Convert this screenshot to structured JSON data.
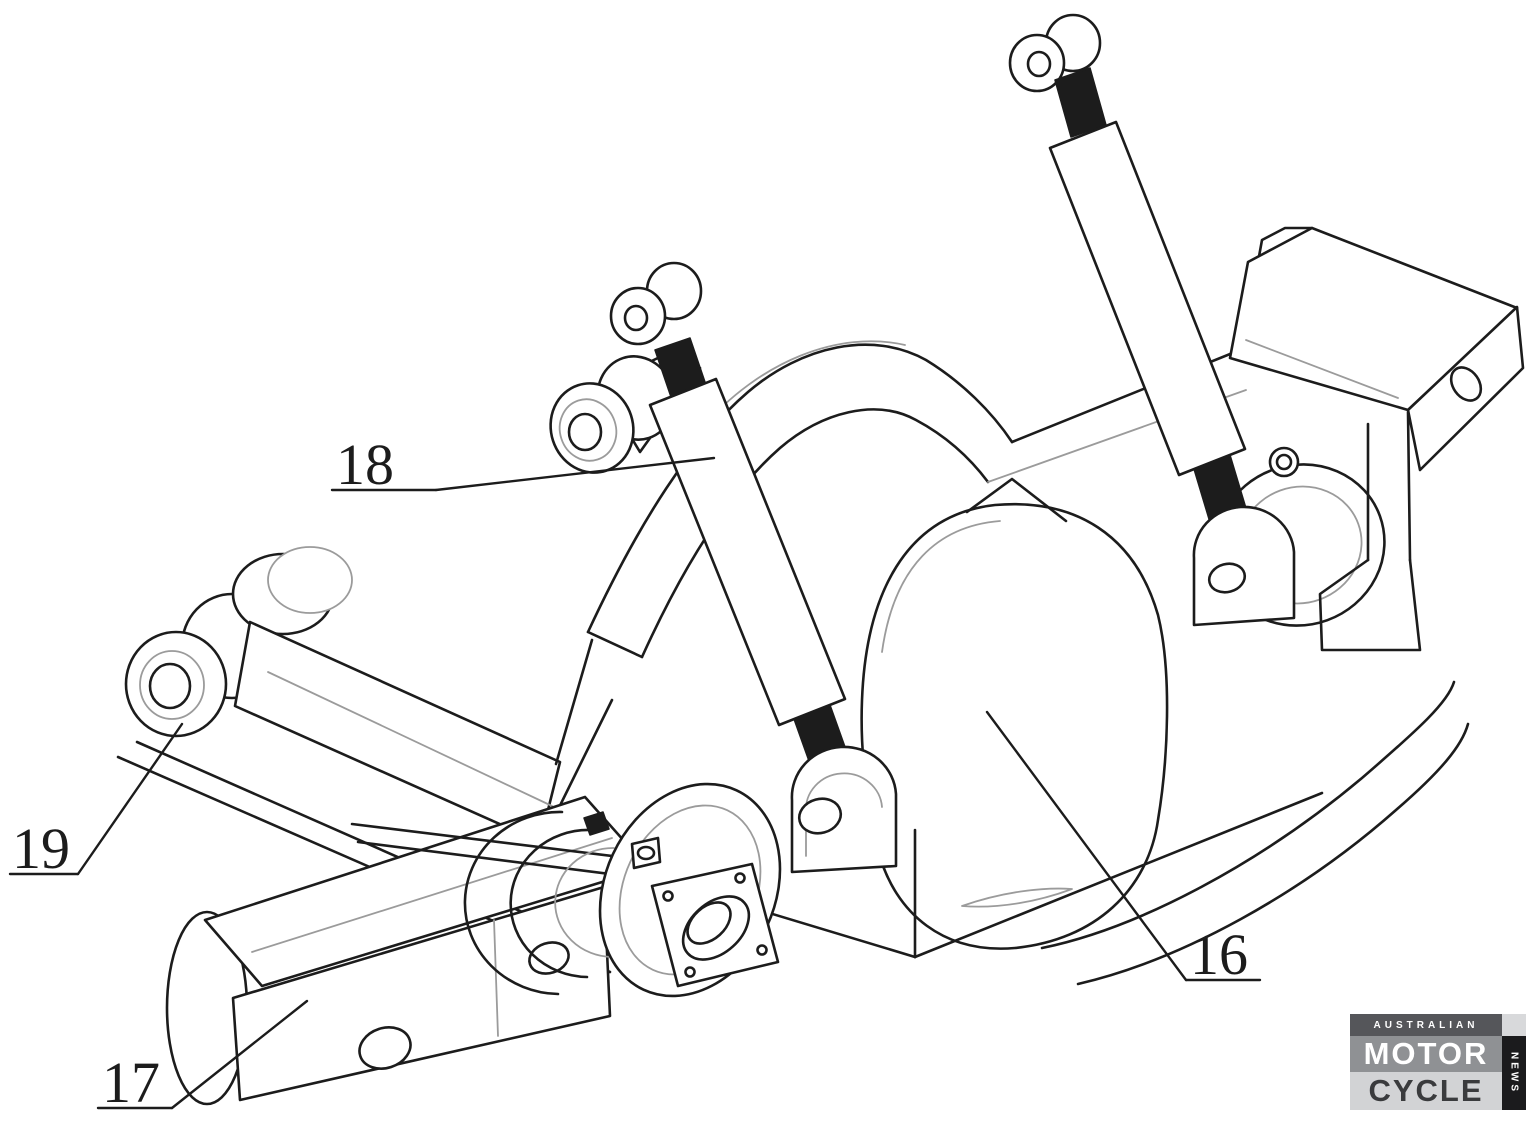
{
  "figure": {
    "kind": "patent-style isometric line drawing of a vehicle suspension / drive assembly",
    "colors": {
      "background": "#ffffff",
      "line": "#1c1c1c",
      "secondary_line": "#9b9b9b"
    },
    "parts": [
      {
        "ref": "16",
        "label": "16"
      },
      {
        "ref": "17",
        "label": "17"
      },
      {
        "ref": "18",
        "label": "18"
      },
      {
        "ref": "19",
        "label": "19"
      }
    ]
  },
  "watermark": {
    "top_label": "AUSTRALIAN",
    "word1": "MOTOR",
    "word2": "CYCLE",
    "side_label": "NEWS",
    "colors": {
      "top_band": "#55565a",
      "motor_band": "#8f9194",
      "cycle_band": "#d2d3d5",
      "cycle_text": "#3a3b3d",
      "news_band": "#1b1b1d",
      "corner_sq": "#d8d9db",
      "text_light": "#ffffff"
    }
  }
}
